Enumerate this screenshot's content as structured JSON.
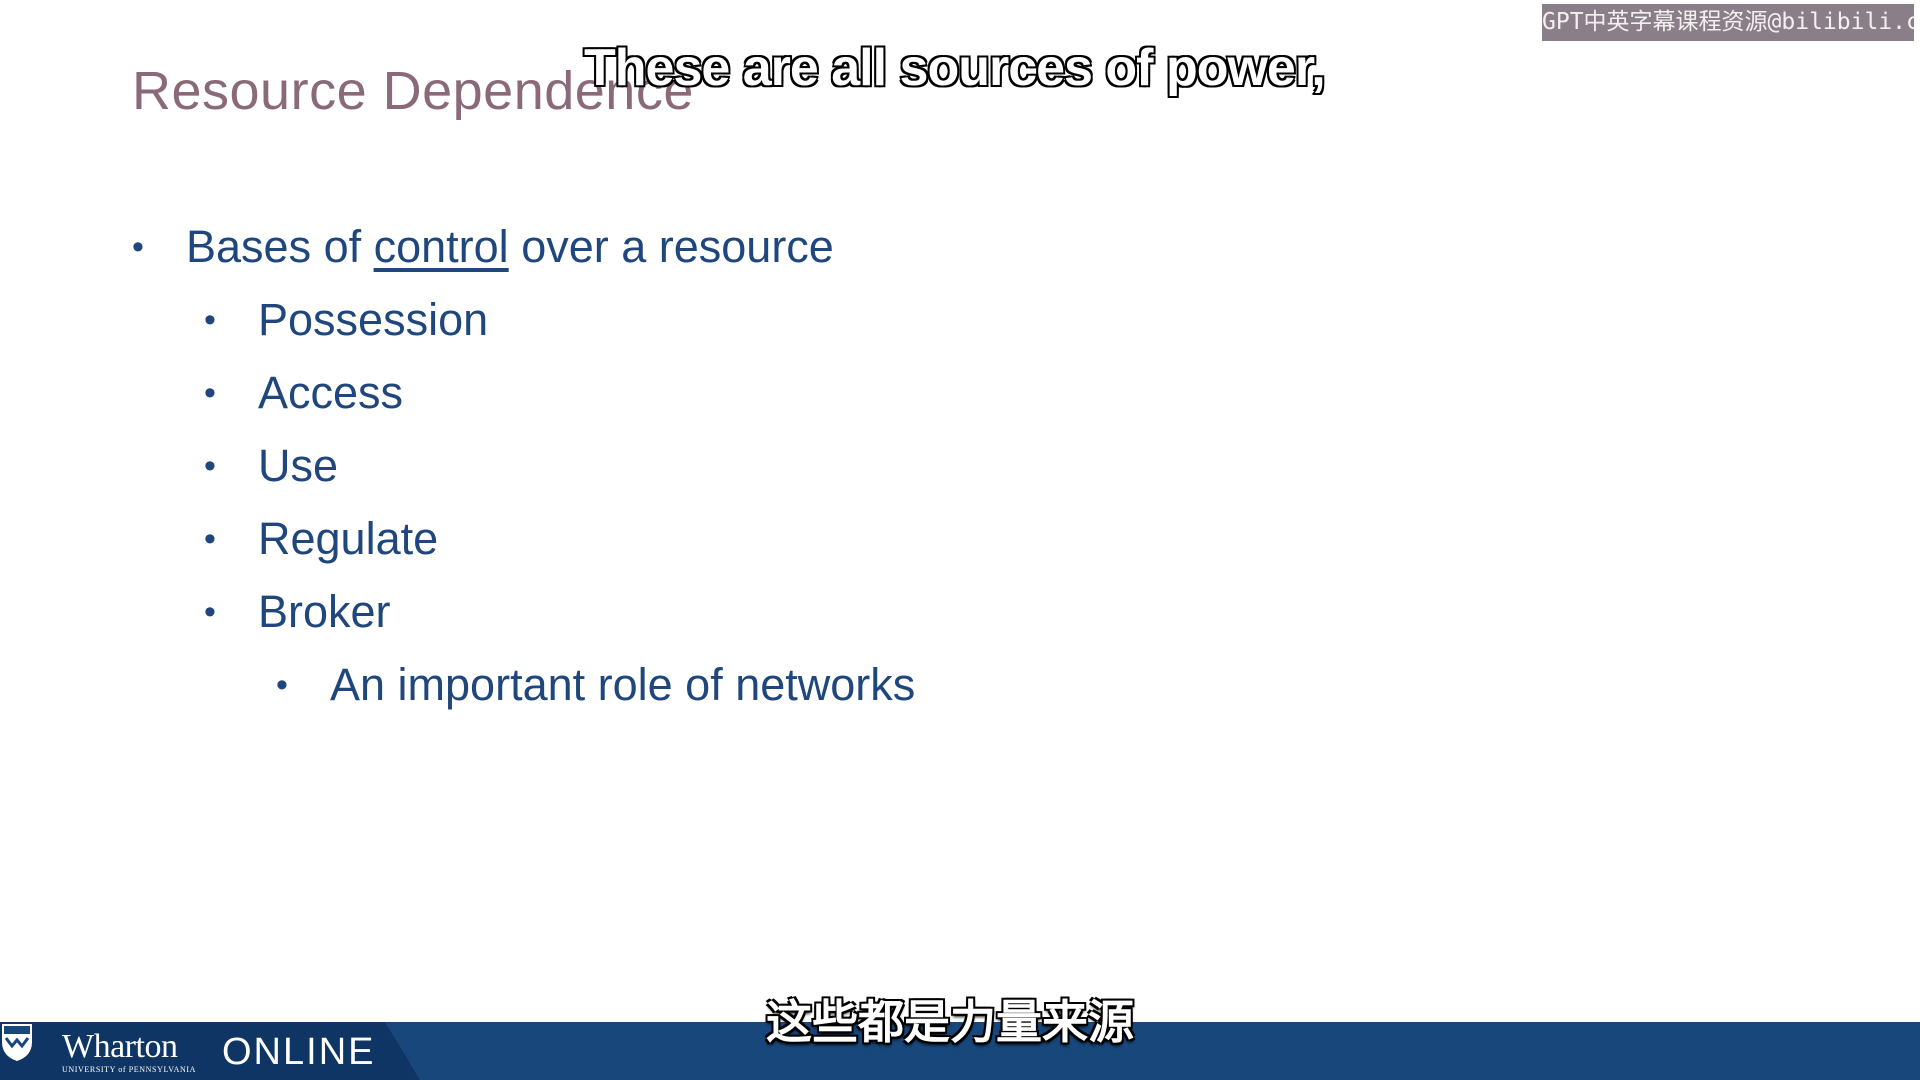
{
  "watermark": "GPT中英字幕课程资源@bilibili.com",
  "slide": {
    "title": "Resource Dependence",
    "bullet_main": {
      "prefix": "Bases of ",
      "underlined": "control",
      "suffix": " over a resource"
    },
    "sub_bullets": [
      "Possession",
      "Access",
      "Use",
      "Regulate",
      "Broker"
    ],
    "sub_sub_bullet": "An important role of networks"
  },
  "subtitles": {
    "english": "These are all sources of power,",
    "chinese": "这些都是力量来源"
  },
  "footer": {
    "brand": "Wharton",
    "brand_sub": "UNIVERSITY of PENNSYLVANIA",
    "product": "ONLINE",
    "bar_color": "#17477b",
    "bar_edge_color": "#0e3563"
  },
  "colors": {
    "title": "#8a6a7a",
    "bullet_text": "#1f477d"
  }
}
